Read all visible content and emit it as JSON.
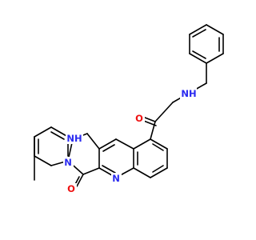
{
  "colors": {
    "bond": "#000000",
    "N": "#2a2af0",
    "O": "#ee1111",
    "background": "#ffffff"
  },
  "labels": {
    "nh_amide": "NH",
    "o_amide": "O",
    "nh_pyrazole": "NH",
    "n_pyrazole": "N",
    "o_pyrazolone": "O",
    "n_quinoline": "N"
  }
}
